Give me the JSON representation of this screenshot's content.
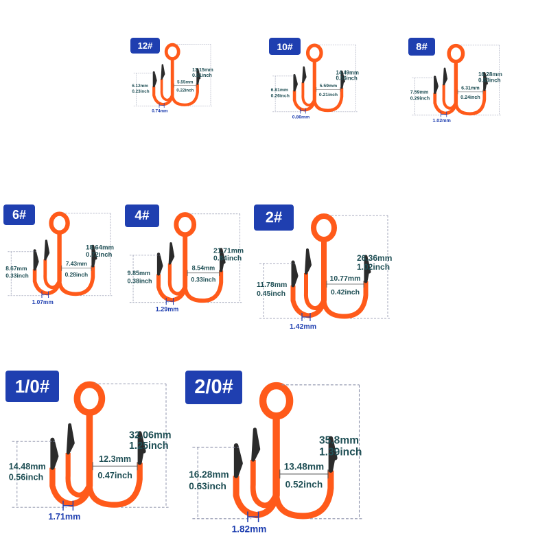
{
  "colors": {
    "hook": "#ff5a1a",
    "tip": "#2b2b2b",
    "badge": "#1f3fb0",
    "dimension_text": "#1f4f55",
    "gauge_text": "#1f3fb0",
    "guide_line": "#1f3fb0"
  },
  "hooks": [
    {
      "size": "12#",
      "length_mm": "13.15mm",
      "length_in": "0.51inch",
      "gap_mm": "5.55mm",
      "gap_in": "0.22inch",
      "barb_mm": "6.12mm",
      "barb_in": "0.23inch",
      "wire_mm": "0.74mm"
    },
    {
      "size": "10#",
      "length_mm": "14.49mm",
      "length_in": "0.56inch",
      "gap_mm": "5.59mm",
      "gap_in": "0.21inch",
      "barb_mm": "6.81mm",
      "barb_in": "0.26inch",
      "wire_mm": "0.86mm"
    },
    {
      "size": "8#",
      "length_mm": "16.28mm",
      "length_in": "0.63inch",
      "gap_mm": "6.31mm",
      "gap_in": "0.24inch",
      "barb_mm": "7.59mm",
      "barb_in": "0.29inch",
      "wire_mm": "1.02mm"
    },
    {
      "size": "6#",
      "length_mm": "18.64mm",
      "length_in": "0.72inch",
      "gap_mm": "7.43mm",
      "gap_in": "0.28inch",
      "barb_mm": "8.67mm",
      "barb_in": "0.33inch",
      "wire_mm": "1.07mm"
    },
    {
      "size": "4#",
      "length_mm": "21.71mm",
      "length_in": "0.84inch",
      "gap_mm": "8.54mm",
      "gap_in": "0.33inch",
      "barb_mm": "9.85mm",
      "barb_in": "0.38inch",
      "wire_mm": "1.29mm"
    },
    {
      "size": "2#",
      "length_mm": "26.36mm",
      "length_in": "1.02inch",
      "gap_mm": "10.77mm",
      "gap_in": "0.42inch",
      "barb_mm": "11.78mm",
      "barb_in": "0.45inch",
      "wire_mm": "1.42mm"
    },
    {
      "size": "1/0#",
      "length_mm": "32.06mm",
      "length_in": "1.25inch",
      "gap_mm": "12.3mm",
      "gap_in": "0.47inch",
      "barb_mm": "14.48mm",
      "barb_in": "0.56inch",
      "wire_mm": "1.71mm"
    },
    {
      "size": "2/0#",
      "length_mm": "35.8mm",
      "length_in": "1.39inch",
      "gap_mm": "13.48mm",
      "gap_in": "0.52inch",
      "barb_mm": "16.28mm",
      "barb_in": "0.63inch",
      "wire_mm": "1.82mm"
    }
  ]
}
